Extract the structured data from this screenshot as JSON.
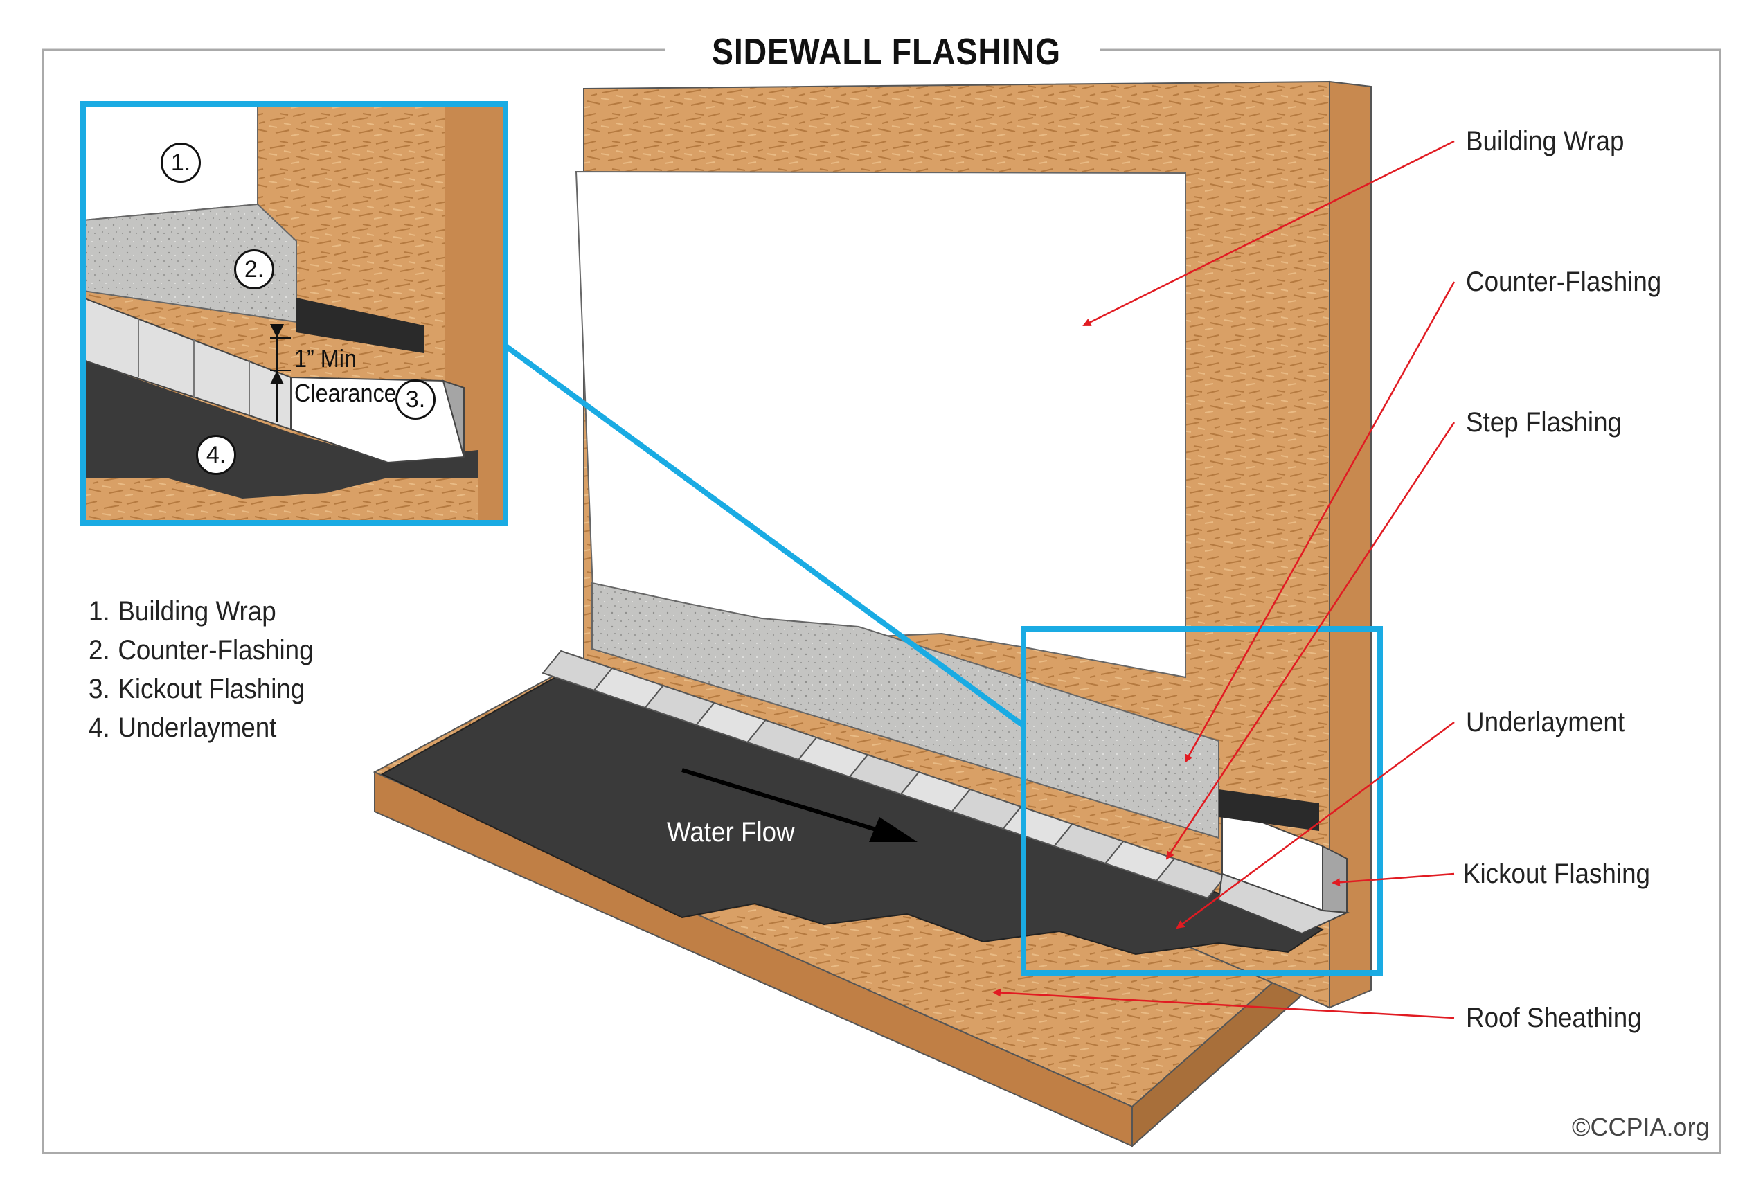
{
  "title": "SIDEWALL FLASHING",
  "callouts": {
    "building_wrap": "Building Wrap",
    "counter_flashing": "Counter-Flashing",
    "step_flashing": "Step Flashing",
    "underlayment": "Underlayment",
    "kickout_flashing": "Kickout Flashing",
    "roof_sheathing": "Roof Sheathing"
  },
  "legend": [
    {
      "num": "1.",
      "label": "Building Wrap"
    },
    {
      "num": "2.",
      "label": "Counter-Flashing"
    },
    {
      "num": "3.",
      "label": "Kickout Flashing"
    },
    {
      "num": "4.",
      "label": "Underlayment"
    }
  ],
  "inset": {
    "markers": [
      "1.",
      "2.",
      "3.",
      "4."
    ],
    "clearance_line1": "1” Min",
    "clearance_line2": "Clearance"
  },
  "water_flow": "Water Flow",
  "copyright": "©CCPIA.org",
  "colors": {
    "osb": "#d9a066",
    "osb_dark": "#c8894f",
    "underlayment": "#3a3a3a",
    "counter_flashing": "#c2c2c0",
    "building_wrap": "#ffffff",
    "callout_arrow": "#e11b22",
    "inset_border": "#1aabe3",
    "frame": "#aaaaaa"
  }
}
